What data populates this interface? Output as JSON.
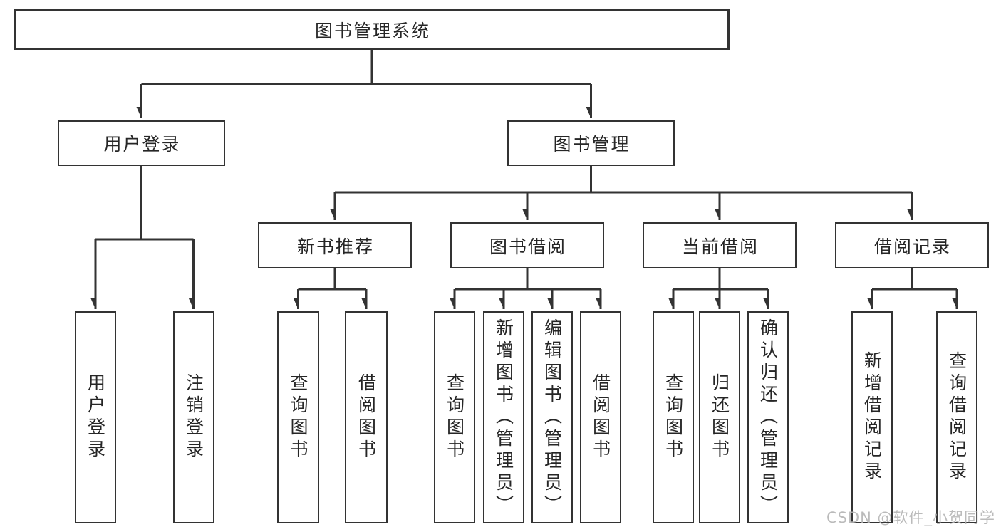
{
  "tree": {
    "label": "图书管理系统",
    "children": [
      {
        "label": "用户登录",
        "children": [
          {
            "label": "用户登录"
          },
          {
            "label": "注销登录"
          }
        ]
      },
      {
        "label": "图书管理",
        "children": [
          {
            "label": "新书推荐",
            "children": [
              {
                "label": "查询图书"
              },
              {
                "label": "借阅图书"
              }
            ]
          },
          {
            "label": "图书借阅",
            "children": [
              {
                "label": "查询图书"
              },
              {
                "label": "新增图书（管理员）"
              },
              {
                "label": "编辑图书（管理员）"
              },
              {
                "label": "借阅图书"
              }
            ]
          },
          {
            "label": "当前借阅",
            "children": [
              {
                "label": "查询图书"
              },
              {
                "label": "归还图书"
              },
              {
                "label": "确认归还（管理员）"
              }
            ]
          },
          {
            "label": "借阅记录",
            "children": [
              {
                "label": "新增借阅记录"
              },
              {
                "label": "查询借阅记录"
              }
            ]
          }
        ]
      }
    ]
  },
  "watermark": "CSDN @软件_小贺同学",
  "colors": {
    "line": "#333333",
    "box_border": "#333333",
    "text": "#262626",
    "watermark": "#b4b4b4",
    "background": "#ffffff"
  }
}
